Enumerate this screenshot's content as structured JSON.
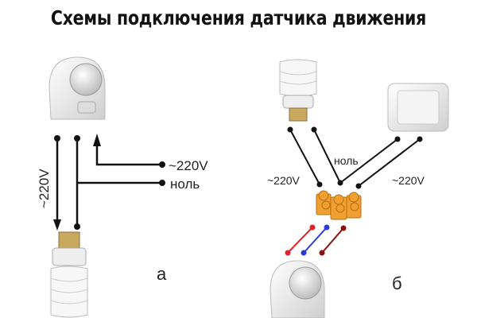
{
  "title": "Схемы подключения датчика движения",
  "diagram_a": {
    "label": "а",
    "phase_label": "~220V",
    "phase_vertical_label": "~220V",
    "neutral_label": "ноль"
  },
  "diagram_b": {
    "label": "б",
    "phase_left_label": "~220V",
    "phase_right_label": "~220V",
    "neutral_label": "ноль"
  },
  "colors": {
    "wire": "#111111",
    "red": "#e0202a",
    "blue": "#2a3ad8",
    "darkred": "#8a1010",
    "terminal": "#f0a030"
  }
}
